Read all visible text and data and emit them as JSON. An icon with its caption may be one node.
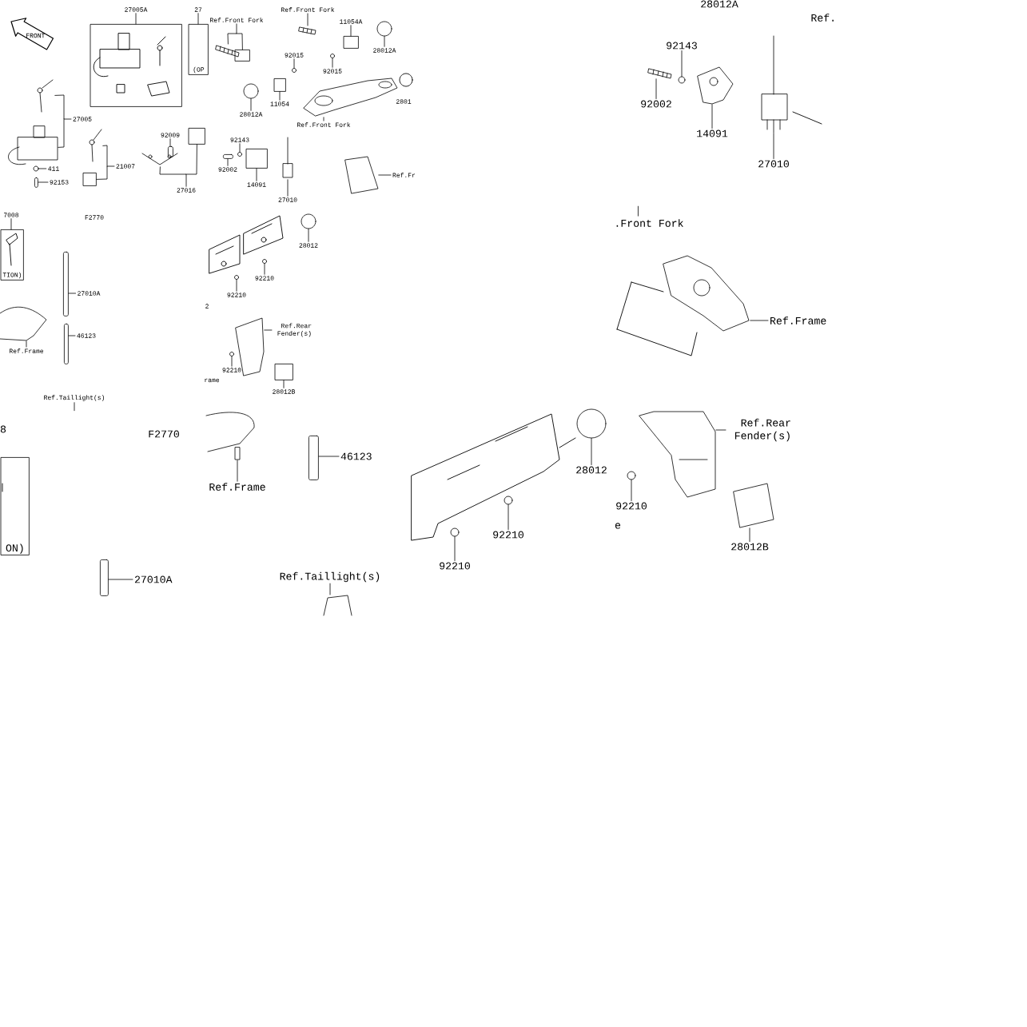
{
  "diagram": {
    "nodes": [
      {
        "text": [
          "27005A"
        ]
      },
      {
        "text": [],
        "shape": "box"
      },
      {
        "text": [
          "27005"
        ]
      },
      {
        "text": [
          "411"
        ]
      },
      {
        "text": [
          "92153"
        ]
      },
      {
        "text": [
          "21007"
        ]
      },
      {
        "text": [
          "92009"
        ]
      },
      {
        "text": [
          "27016"
        ]
      },
      {
        "text": [
          "Ref.Front Fork"
        ]
      },
      {
        "text": [
          "Ref.Front Fork"
        ]
      },
      {
        "text": [
          "11054A"
        ]
      },
      {
        "text": [
          "28012A"
        ]
      },
      {
        "text": [
          "92015"
        ]
      },
      {
        "text": [
          "92015"
        ]
      },
      {
        "text": [
          "11054"
        ]
      },
      {
        "text": [
          "28012A"
        ]
      },
      {
        "text": [
          "Ref.Front Fork"
        ]
      },
      {
        "text": [
          "92143"
        ]
      },
      {
        "text": [
          "92002"
        ]
      },
      {
        "text": [
          "14091"
        ]
      },
      {
        "text": [
          "27010"
        ]
      },
      {
        "text": [
          "Ref.Fr"
        ]
      },
      {
        "text": [
          "7008"
        ]
      },
      {
        "text": [
          "TION)"
        ]
      },
      {
        "text": [
          "27010A"
        ]
      },
      {
        "text": [
          "46123"
        ]
      },
      {
        "text": [
          "Ref.Frame"
        ]
      },
      {
        "text": [
          "Ref.Taillight(s)"
        ]
      },
      {
        "text": [
          "28012"
        ]
      },
      {
        "text": [
          "92210"
        ]
      },
      {
        "text": [
          "92210"
        ]
      },
      {
        "text": [
          "Ref.Rear Fender(s)"
        ]
      },
      {
        "text": [
          "92210"
        ]
      },
      {
        "text": [
          "28012B"
        ]
      },
      {
        "text": [
          "27"
        ]
      },
      {
        "text": [
          "(OP"
        ]
      },
      {
        "text": [
          "92143"
        ]
      },
      {
        "text": [
          "92002"
        ]
      },
      {
        "text": [
          "14091"
        ]
      },
      {
        "text": [
          "27010"
        ]
      },
      {
        "text": [
          ".Front Fork"
        ]
      },
      {
        "text": [
          "Ref.Frame"
        ]
      },
      {
        "text": [
          "28012"
        ]
      },
      {
        "text": [
          "92210"
        ]
      },
      {
        "text": [
          "92210"
        ]
      },
      {
        "text": [
          "Ref.Rear Fender(s)"
        ]
      },
      {
        "text": [
          "92210"
        ]
      },
      {
        "text": [
          "28012B"
        ]
      },
      {
        "text": [
          "46123"
        ]
      },
      {
        "text": [
          "Ref.Frame"
        ]
      },
      {
        "text": [
          "27010A"
        ]
      },
      {
        "text": [
          "Ref.Taillight(s)"
        ]
      },
      {
        "text": [
          "ON)"
        ]
      },
      {
        "text": [],
        "shape": "picture"
      },
      {
        "text": [],
        "shape": "picture"
      },
      {
        "text": [],
        "shape": "circle"
      },
      {
        "text": [],
        "shape": "bar"
      },
      {
        "text": [],
        "shape": "picture"
      },
      {
        "text": [],
        "shape": "box"
      },
      {
        "text": [],
        "shape": "bar"
      },
      {
        "text": [],
        "shape": "picture"
      },
      {
        "text": [],
        "shape": "box"
      },
      {
        "text": [],
        "shape": "picture"
      },
      {
        "text": [],
        "shape": "box"
      },
      {
        "text": [],
        "shape": "picture"
      },
      {
        "text": [],
        "shape": "box"
      },
      {
        "text": [],
        "shape": "circle"
      },
      {
        "text": [],
        "shape": "circle"
      },
      {
        "text": [],
        "shape": "circle"
      },
      {
        "text": [],
        "shape": "box"
      },
      {
        "text": [],
        "shape": "circle"
      },
      {
        "text": [],
        "shape": "picture"
      },
      {
        "text": [],
        "shape": "circle"
      },
      {
        "text": [],
        "shape": "bar"
      },
      {
        "text": [],
        "shape": "box"
      },
      {
        "text": [],
        "shape": "picture"
      },
      {
        "text": [],
        "shape": "picture"
      },
      {
        "text": [],
        "shape": "bar"
      },
      {
        "text": [],
        "shape": "bar"
      },
      {
        "text": [],
        "shape": "picture"
      },
      {
        "text": [],
        "shape": "circle"
      },
      {
        "text": [],
        "shape": "circle"
      },
      {
        "text": [],
        "shape": "circle"
      },
      {
        "text": [],
        "shape": "picture"
      },
      {
        "text": [],
        "shape": "circle"
      },
      {
        "text": [],
        "shape": "box"
      },
      {
        "text": [],
        "shape": "circle"
      },
      {
        "text": [],
        "shape": "picture"
      },
      {
        "text": [],
        "shape": "picture"
      },
      {
        "text": [],
        "shape": "picture"
      },
      {
        "text": [],
        "shape": "picture"
      },
      {
        "text": [],
        "shape": "circle"
      },
      {
        "text": [],
        "shape": "circle"
      },
      {
        "text": [],
        "shape": "circle"
      },
      {
        "text": [],
        "shape": "picture"
      },
      {
        "text": [],
        "shape": "circle"
      },
      {
        "text": [],
        "shape": "picture"
      },
      {
        "text": [],
        "shape": "bar"
      },
      {
        "text": [],
        "shape": "picture"
      },
      {
        "text": [],
        "shape": "bar"
      },
      {
        "text": [],
        "shape": "picture"
      }
    ],
    "edges": [
      {
        "from": 0,
        "to": 1,
        "arrow": "none"
      },
      {
        "from": 2,
        "to": 53,
        "arrow": "none"
      },
      {
        "from": 2,
        "to": 54,
        "arrow": "none"
      },
      {
        "from": 3,
        "to": 55,
        "arrow": "none"
      },
      {
        "from": 4,
        "to": 56,
        "arrow": "none"
      },
      {
        "from": 5,
        "to": 57,
        "arrow": "none"
      },
      {
        "from": 5,
        "to": 58,
        "arrow": "none"
      },
      {
        "from": 6,
        "to": 59,
        "arrow": "none"
      },
      {
        "from": 7,
        "to": 60,
        "arrow": "none"
      },
      {
        "from": 7,
        "to": 61,
        "arrow": "none"
      },
      {
        "from": 8,
        "to": 62,
        "arrow": "none"
      },
      {
        "from": 8,
        "to": 63,
        "arrow": "none"
      },
      {
        "from": 9,
        "to": 64,
        "arrow": "none"
      },
      {
        "from": 10,
        "to": 65,
        "arrow": "none"
      },
      {
        "from": 11,
        "to": 66,
        "arrow": "none"
      },
      {
        "from": 12,
        "to": 67,
        "arrow": "none"
      },
      {
        "from": 13,
        "to": 68,
        "arrow": "none"
      },
      {
        "from": 14,
        "to": 69,
        "arrow": "none"
      },
      {
        "from": 15,
        "to": 70,
        "arrow": "none"
      },
      {
        "from": 16,
        "to": 71,
        "arrow": "none"
      },
      {
        "from": 17,
        "to": 72,
        "arrow": "none"
      },
      {
        "from": 18,
        "to": 73,
        "arrow": "none"
      },
      {
        "from": 19,
        "to": 74,
        "arrow": "none"
      },
      {
        "from": 20,
        "to": 75,
        "arrow": "none"
      },
      {
        "from": 21,
        "to": 76,
        "arrow": "none"
      },
      {
        "from": 22,
        "to": 23,
        "arrow": "none"
      },
      {
        "from": 34,
        "to": 35,
        "arrow": "none"
      },
      {
        "from": 24,
        "to": 77,
        "arrow": "none"
      },
      {
        "from": 25,
        "to": 78,
        "arrow": "none"
      },
      {
        "from": 26,
        "to": 79,
        "arrow": "none"
      },
      {
        "from": 27,
        "to": null,
        "arrow": "none"
      },
      {
        "from": 28,
        "to": 80,
        "arrow": "none"
      },
      {
        "from": 29,
        "to": 81,
        "arrow": "none"
      },
      {
        "from": 30,
        "to": 82,
        "arrow": "none"
      },
      {
        "from": 31,
        "to": 83,
        "arrow": "none"
      },
      {
        "from": 32,
        "to": 84,
        "arrow": "none"
      },
      {
        "from": 33,
        "to": 85,
        "arrow": "none"
      },
      {
        "from": 36,
        "to": 86,
        "arrow": "none"
      },
      {
        "from": 37,
        "to": 87,
        "arrow": "none"
      },
      {
        "from": 38,
        "to": 88,
        "arrow": "none"
      },
      {
        "from": 39,
        "to": 89,
        "arrow": "none"
      },
      {
        "from": 40,
        "to": null,
        "arrow": "none"
      },
      {
        "from": 41,
        "to": 90,
        "arrow": "none"
      },
      {
        "from": 42,
        "to": 91,
        "arrow": "none"
      },
      {
        "from": 43,
        "to": 92,
        "arrow": "none"
      },
      {
        "from": 44,
        "to": 93,
        "arrow": "none"
      },
      {
        "from": 45,
        "to": 94,
        "arrow": "none"
      },
      {
        "from": 46,
        "to": 95,
        "arrow": "none"
      },
      {
        "from": 47,
        "to": 96,
        "arrow": "none"
      },
      {
        "from": 48,
        "to": 97,
        "arrow": "none"
      },
      {
        "from": 49,
        "to": 98,
        "arrow": "none"
      },
      {
        "from": 50,
        "to": 99,
        "arrow": "none"
      },
      {
        "from": 51,
        "to": 100,
        "arrow": "none"
      }
    ],
    "labels": [
      "FRONT",
      "2801",
      "F2770",
      "2",
      "rame",
      "28012A",
      "Ref.",
      "8",
      "F2770",
      "e"
    ]
  }
}
